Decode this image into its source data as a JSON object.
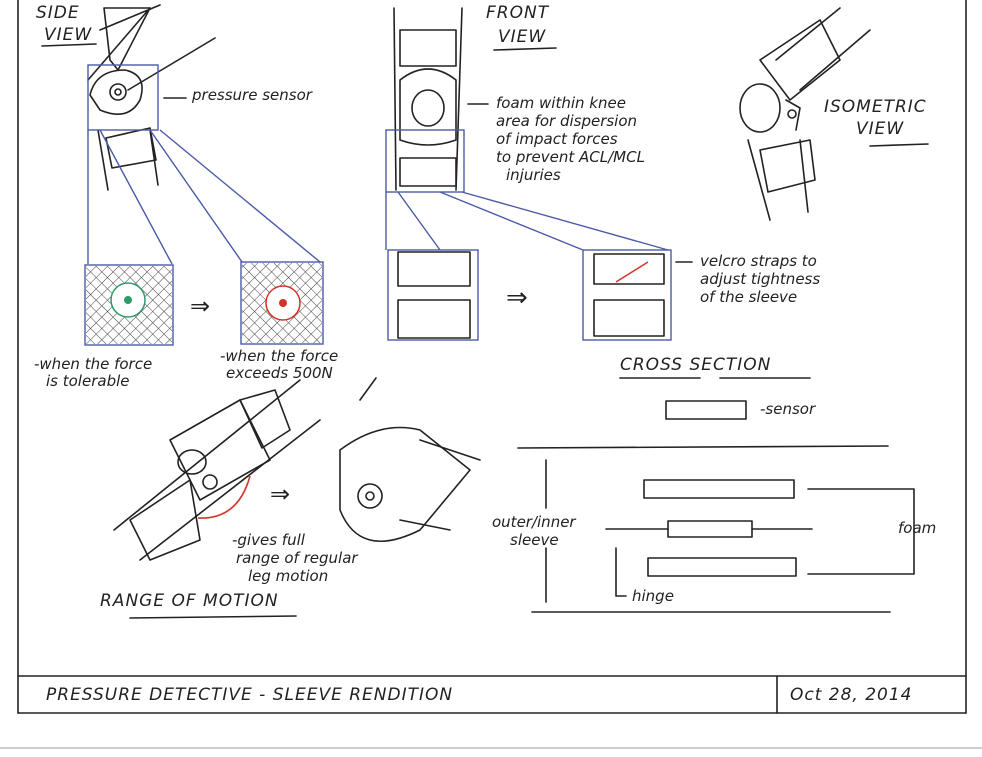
{
  "views": {
    "side": {
      "title_line1": "SIDE",
      "title_line2": "VIEW"
    },
    "front": {
      "title_line1": "FRONT",
      "title_line2": "VIEW"
    },
    "isometric": {
      "title_line1": "ISOMETRIC",
      "title_line2": "VIEW"
    }
  },
  "annotations": {
    "pressure_sensor": "pressure sensor",
    "foam": [
      "foam within knee",
      "area for dispersion",
      "of impact forces",
      "to prevent ACL/MCL",
      "injuries"
    ],
    "velcro": [
      "velcro straps to",
      "adjust tightness",
      "of the sleeve"
    ],
    "tolerable": [
      "-when the force",
      "is tolerable"
    ],
    "exceeds": [
      "-when the force",
      "exceeds 500N"
    ],
    "range": [
      "-gives full",
      "range of regular",
      "leg motion"
    ]
  },
  "cross_section": {
    "title": "CROSS SECTION",
    "legend_sensor": "-sensor",
    "outer_inner": [
      "outer/inner",
      "sleeve"
    ],
    "foam": "foam",
    "hinge": "hinge"
  },
  "range_of_motion": {
    "title": "RANGE OF MOTION"
  },
  "footer": {
    "title": "PRESSURE DETECTIVE - SLEEVE RENDITION",
    "date": "Oct 28, 2014"
  },
  "colors": {
    "ink": "#222222",
    "outline": "#4a5aa8",
    "foam": "#9fb4e0",
    "tolerable": "#2e9c6a",
    "exceeds": "#d3342a"
  }
}
